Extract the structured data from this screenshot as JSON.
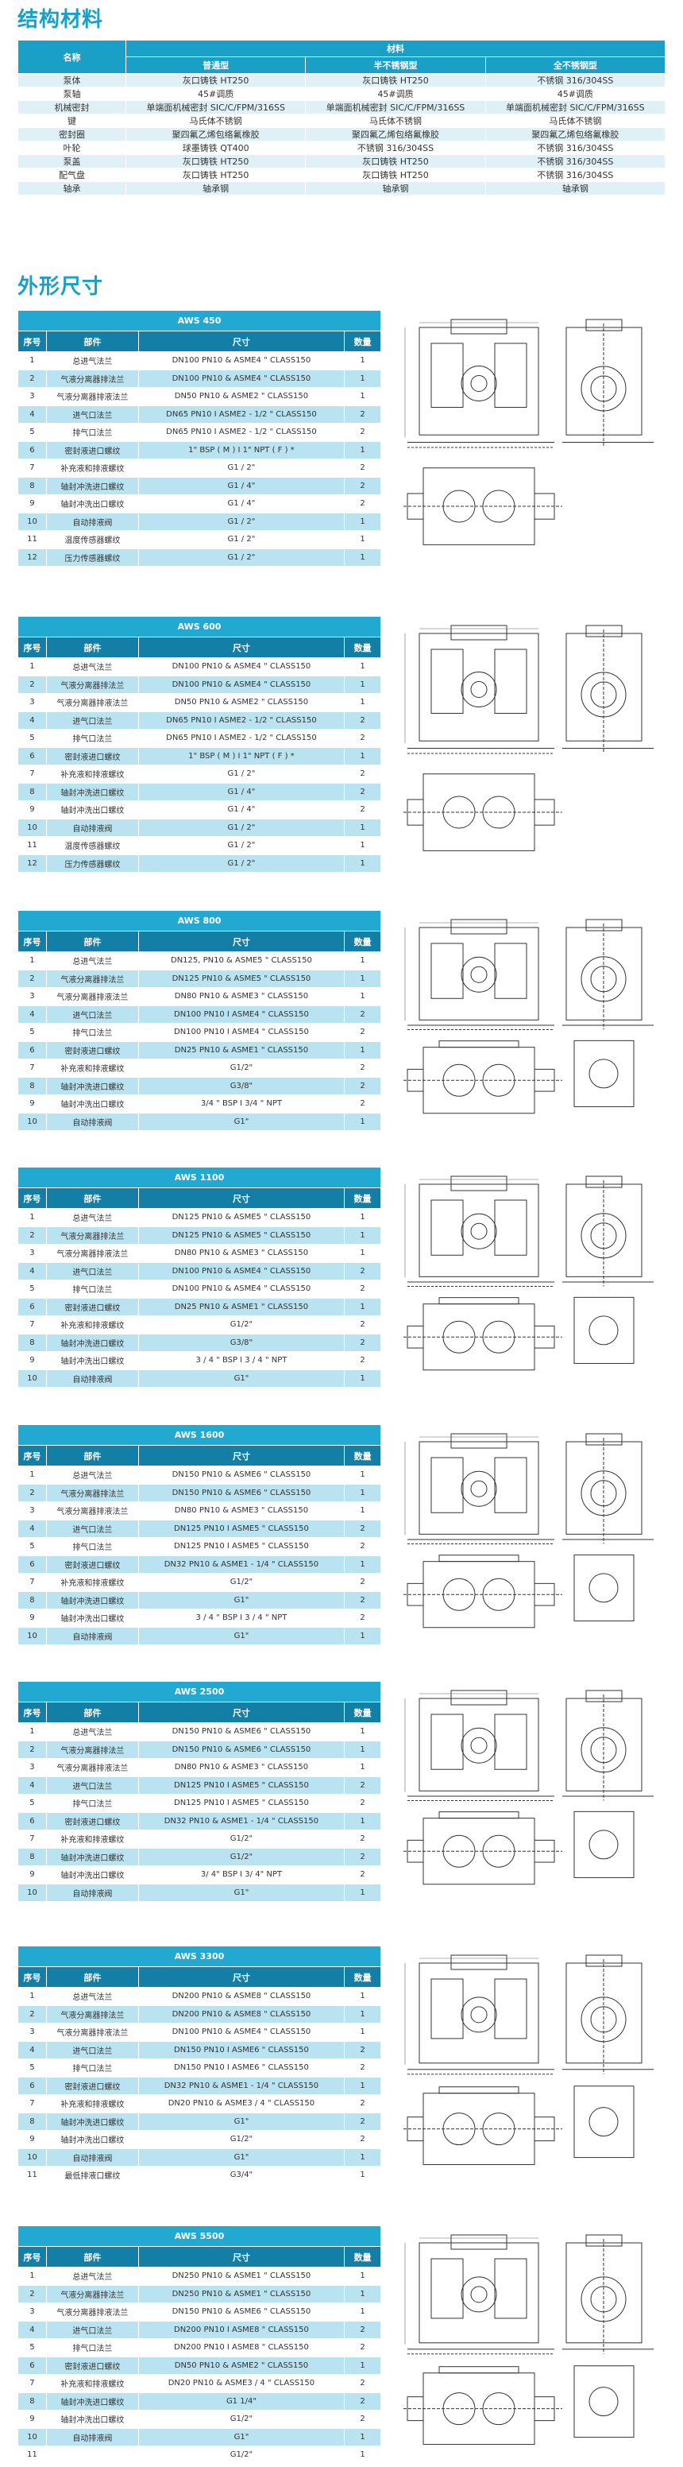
{
  "materials": {
    "title": "结构材料",
    "header_name": "名称",
    "header_group": "材料",
    "sub_headers": [
      "普通型",
      "半不锈钢型",
      "全不锈钢型"
    ],
    "rows": [
      {
        "name": "泵体",
        "values": [
          "灰口铸铁 HT250",
          "灰口铸铁 HT250",
          "不锈钢 316/304SS"
        ]
      },
      {
        "name": "泵轴",
        "values": [
          "45#调质",
          "45#调质",
          "45#调质"
        ]
      },
      {
        "name": "机械密封",
        "values": [
          "单端面机械密封 SIC/C/FPM/316SS",
          "单端面机械密封 SIC/C/FPM/316SS",
          "单端面机械密封 SIC/C/FPM/316SS"
        ]
      },
      {
        "name": "键",
        "values": [
          "马氏体不锈钢",
          "马氏体不锈钢",
          "马氏体不锈钢"
        ]
      },
      {
        "name": "密封圈",
        "values": [
          "聚四氟乙烯包络氟橡胶",
          "聚四氟乙烯包络氟橡胶",
          "聚四氟乙烯包络氟橡胶"
        ]
      },
      {
        "name": "叶轮",
        "values": [
          "球墨铸铁 QT400",
          "不锈钢 316/304SS",
          "不锈钢 316/304SS"
        ]
      },
      {
        "name": "泵盖",
        "values": [
          "灰口铸铁 HT250",
          "灰口铸铁 HT250",
          "不锈钢 316/304SS"
        ]
      },
      {
        "name": "配气盘",
        "values": [
          "灰口铸铁 HT250",
          "灰口铸铁 HT250",
          "不锈钢 316/304SS"
        ]
      },
      {
        "name": "轴承",
        "values": [
          "轴承钢",
          "轴承钢",
          "轴承钢"
        ]
      }
    ]
  },
  "dimensions": {
    "title": "外形尺寸",
    "headers": {
      "num": "序号",
      "part": "部件",
      "size": "尺寸",
      "qty": "数量"
    },
    "models": [
      {
        "model": "AWS 450",
        "rows": [
          [
            "1",
            "总进气法兰",
            "DN100  PN10  & ASME4 \" CLASS150",
            "1"
          ],
          [
            "2",
            "气液分离器排法兰",
            "DN100  PN10  & ASME4 \" CLASS150",
            "1"
          ],
          [
            "3",
            "气液分离器排液法兰",
            "DN50  PN10  & ASME2 \" CLASS150",
            "1"
          ],
          [
            "4",
            "进气口法兰",
            "DN65  PN10  I  ASME2 - 1/2 \" CLASS150",
            "2"
          ],
          [
            "5",
            "排气口法兰",
            "DN65  PN10  I  ASME2 - 1/2 \" CLASS150",
            "2"
          ],
          [
            "6",
            "密封液进口螺纹",
            "1\" BSP ( M )  I  1\" NPT ( F )  *",
            "1"
          ],
          [
            "7",
            "补充液和排液螺纹",
            "G1 / 2\"",
            "2"
          ],
          [
            "8",
            "轴封冲洗进口螺纹",
            "G1 / 4\"",
            "2"
          ],
          [
            "9",
            "轴封冲洗出口螺纹",
            "G1 / 4\"",
            "2"
          ],
          [
            "10",
            "自动排液阀",
            "G1 / 2\"",
            "1"
          ],
          [
            "11",
            "温度传感器螺纹",
            "G1 / 2\"",
            "1"
          ],
          [
            "12",
            "压力传感器螺纹",
            "G1 / 2\"",
            "1"
          ]
        ]
      },
      {
        "model": "AWS 600",
        "rows": [
          [
            "1",
            "总进气法兰",
            "DN100  PN10  & ASME4 \" CLASS150",
            "1"
          ],
          [
            "2",
            "气液分离器排法兰",
            "DN100  PN10  & ASME4 \" CLASS150",
            "1"
          ],
          [
            "3",
            "气液分离器排液法兰",
            "DN50  PN10  & ASME2 \" CLASS150",
            "1"
          ],
          [
            "4",
            "进气口法兰",
            "DN65  PN10  I  ASME2 - 1/2 \" CLASS150",
            "2"
          ],
          [
            "5",
            "排气口法兰",
            "DN65  PN10  I  ASME2 - 1/2 \" CLASS150",
            "2"
          ],
          [
            "6",
            "密封液进口螺纹",
            "1\" BSP ( M )  I  1\" NPT ( F )  *",
            "1"
          ],
          [
            "7",
            "补充液和排液螺纹",
            "G1 / 2\"",
            "2"
          ],
          [
            "8",
            "轴封冲洗进口螺纹",
            "G1 / 4\"",
            "2"
          ],
          [
            "9",
            "轴封冲洗出口螺纹",
            "G1 / 4\"",
            "2"
          ],
          [
            "10",
            "自动排液阀",
            "G1 / 2\"",
            "1"
          ],
          [
            "11",
            "温度传感器螺纹",
            "G1 / 2\"",
            "1"
          ],
          [
            "12",
            "压力传感器螺纹",
            "G1 / 2\"",
            "1"
          ]
        ]
      },
      {
        "model": "AWS 800",
        "rows": [
          [
            "1",
            "总进气法兰",
            "DN125, PN10  & ASME5 \" CLASS150",
            "1"
          ],
          [
            "2",
            "气液分离器排法兰",
            "DN125  PN10  & ASME5 \" CLASS150",
            "1"
          ],
          [
            "3",
            "气液分离器排液法兰",
            "DN80  PN10  & ASME3 \" CLASS150",
            "1"
          ],
          [
            "4",
            "进气口法兰",
            "DN100  PN10  I ASME4 \" CLASS150",
            "2"
          ],
          [
            "5",
            "排气口法兰",
            "DN100  PN10  I ASME4 \" CLASS150",
            "2"
          ],
          [
            "6",
            "密封液进口螺纹",
            "DN25  PN10  & ASME1 \" CLASS150",
            "1"
          ],
          [
            "7",
            "补充液和排液螺纹",
            "G1/2\"",
            "2"
          ],
          [
            "8",
            "轴封冲洗进口螺纹",
            "G3/8\"",
            "2"
          ],
          [
            "9",
            "轴封冲洗出口螺纹",
            "3/4 \" BSP I 3/4 \" NPT",
            "2"
          ],
          [
            "10",
            "自动排液阀",
            "G1\"",
            "1"
          ]
        ]
      },
      {
        "model": "AWS 1100",
        "rows": [
          [
            "1",
            "总进气法兰",
            "DN125  PN10  & ASME5 \" CLASS150",
            "1"
          ],
          [
            "2",
            "气液分离器排法兰",
            "DN125  PN10  & ASME5 \" CLASS150",
            "1"
          ],
          [
            "3",
            "气液分离器排液法兰",
            "DN80  PN10  & ASME3 \" CLASS150",
            "1"
          ],
          [
            "4",
            "进气口法兰",
            "DN100  PN10  & ASME4 \" CLASS150",
            "2"
          ],
          [
            "5",
            "排气口法兰",
            "DN100  PN10  & ASME4 \" CLASS150",
            "2"
          ],
          [
            "6",
            "密封液进口螺纹",
            "DN25  PN10  & ASME1 \" CLASS150",
            "1"
          ],
          [
            "7",
            "补充液和排液螺纹",
            "G1/2\"",
            "2"
          ],
          [
            "8",
            "轴封冲洗进口螺纹",
            "G3/8\"",
            "2"
          ],
          [
            "9",
            "轴封冲洗出口螺纹",
            "3 / 4 \" BSP I 3 / 4 \" NPT",
            "2"
          ],
          [
            "10",
            "自动排液阀",
            "G1\"",
            "1"
          ]
        ]
      },
      {
        "model": "AWS 1600",
        "rows": [
          [
            "1",
            "总进气法兰",
            "DN150  PN10  & ASME6 \" CLASS150",
            "1"
          ],
          [
            "2",
            "气液分离器排法兰",
            "DN150  PN10  & ASME6 \" CLASS150",
            "1"
          ],
          [
            "3",
            "气液分离器排液法兰",
            "DN80  PN10  & ASME3 \" CLASS150",
            "1"
          ],
          [
            "4",
            "进气口法兰",
            "DN125  PN10  I ASME5 \" CLASS150",
            "2"
          ],
          [
            "5",
            "排气口法兰",
            "DN125  PN10  I ASME5 \" CLASS150",
            "2"
          ],
          [
            "6",
            "密封液进口螺纹",
            "DN32  PN10  & ASME1 - 1/4 \" CLASS150",
            "1"
          ],
          [
            "7",
            "补充液和排液螺纹",
            "G1/2\"",
            "2"
          ],
          [
            "8",
            "轴封冲洗进口螺纹",
            "G1\"",
            "2"
          ],
          [
            "9",
            "轴封冲洗出口螺纹",
            "3 / 4 \" BSP I 3 / 4 \" NPT",
            "2"
          ],
          [
            "10",
            "自动排液阀",
            "G1\"",
            "1"
          ]
        ]
      },
      {
        "model": "AWS 2500",
        "rows": [
          [
            "1",
            "总进气法兰",
            "DN150  PN10  & ASME6 \" CLASS150",
            "1"
          ],
          [
            "2",
            "气液分离器排法兰",
            "DN150  PN10  & ASME6 \" CLASS150",
            "1"
          ],
          [
            "3",
            "气液分离器排液法兰",
            "DN80 PN10  & ASME3 \" CLASS150",
            "1"
          ],
          [
            "4",
            "进气口法兰",
            "DN125  PN10  I ASME5 \" CLASS150",
            "2"
          ],
          [
            "5",
            "排气口法兰",
            "DN125  PN10  I ASME5 \" CLASS150",
            "2"
          ],
          [
            "6",
            "密封液进口螺纹",
            "DN32  PN10  & ASME1 - 1/4 \" CLASS150",
            "1"
          ],
          [
            "7",
            "补充液和排液螺纹",
            "G1/2\"",
            "2"
          ],
          [
            "8",
            "轴封冲洗进口螺纹",
            "G1/2\"",
            "2"
          ],
          [
            "9",
            "轴封冲洗出口螺纹",
            "3/ 4\" BSP I 3/ 4\" NPT",
            "2"
          ],
          [
            "10",
            "自动排液阀",
            "G1\"",
            "1"
          ]
        ]
      },
      {
        "model": "AWS 3300",
        "rows": [
          [
            "1",
            "总进气法兰",
            "DN200  PN10  & ASME8 \" CLASS150",
            "1"
          ],
          [
            "2",
            "气液分离器排法兰",
            "DN200  PN10  & ASME8 \" CLASS150",
            "1"
          ],
          [
            "3",
            "气液分离器排液法兰",
            "DN100  PN10  & ASME4 \" CLASS150",
            "1"
          ],
          [
            "4",
            "进气口法兰",
            "DN150  PN10  I ASME6 \" CLASS150",
            "2"
          ],
          [
            "5",
            "排气口法兰",
            "DN150  PN10  I ASME6 \" CLASS150",
            "2"
          ],
          [
            "6",
            "密封液进口螺纹",
            "DN32  PN10  & ASME1 - 1/4 \" CLASS150",
            "1"
          ],
          [
            "7",
            "补充液和排液螺纹",
            "DN20  PN10  & ASME3 / 4 \" CLASS150",
            "2"
          ],
          [
            "8",
            "轴封冲洗进口螺纹",
            "G1\"",
            "2"
          ],
          [
            "9",
            "轴封冲洗出口螺纹",
            "G1/2\"",
            "2"
          ],
          [
            "10",
            "自动排液阀",
            "G1\"",
            "1"
          ],
          [
            "11",
            "最低排液口螺纹",
            "G3/4\"",
            "1"
          ]
        ]
      },
      {
        "model": "AWS 5500",
        "rows": [
          [
            "1",
            "总进气法兰",
            "DN250  PN10  & ASME1 \" CLASS150",
            "1"
          ],
          [
            "2",
            "气液分离器排法兰",
            "DN250  PN10  & ASME1 \" CLASS150",
            "1"
          ],
          [
            "3",
            "气液分离器排液法兰",
            "DN150  PN10  & ASME6 \" CLASS150",
            "1"
          ],
          [
            "4",
            "进气口法兰",
            "DN200  PN10  I ASME8 \" CLASS150",
            "2"
          ],
          [
            "5",
            "排气口法兰",
            "DN200  PN10  I ASME8 \" CLASS150",
            "2"
          ],
          [
            "6",
            "密封液进口螺纹",
            "DN50  PN10  & ASME2 \" CLASS150",
            "1"
          ],
          [
            "7",
            "补充液和排液螺纹",
            "DN20  PN10  & ASME3 / 4 \" CLASS150",
            "2"
          ],
          [
            "8",
            "轴封冲洗进口螺纹",
            "G1  1/4\"",
            "2"
          ],
          [
            "9",
            "轴封冲洗出口螺纹",
            "G1/2\"",
            "2"
          ],
          [
            "10",
            "自动排液阀",
            "G1\"",
            "1"
          ],
          [
            "11",
            "",
            "G1/2\"",
            "1"
          ]
        ]
      }
    ]
  }
}
